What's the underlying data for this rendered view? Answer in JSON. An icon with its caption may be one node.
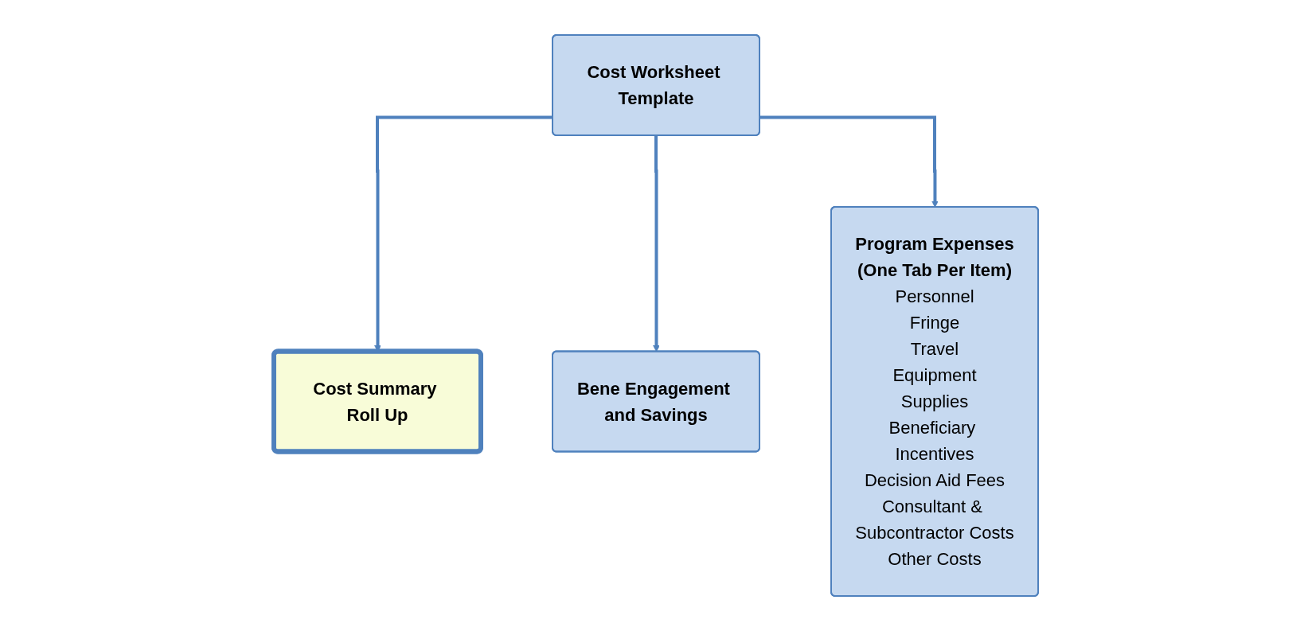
{
  "diagram": {
    "nodes": [
      {
        "text": [
          "Cost Worksheet Template"
        ]
      },
      {
        "text": [
          "Cost Summary Roll Up"
        ]
      },
      {
        "text": [
          "Bene Engagement and Savings"
        ]
      },
      {
        "text": [
          "Program Expenses",
          "(One Tab Per Item)",
          "Personnel",
          "Fringe",
          "Travel",
          "Equipment",
          "Supplies",
          "Beneficiary Incentives",
          "Decision Aid Fees",
          "Consultant & Subcontractor Costs",
          "Other Costs"
        ]
      }
    ],
    "edges": [
      {
        "from": 0,
        "to": 1,
        "arrow": "to"
      },
      {
        "from": 0,
        "to": 2,
        "arrow": "to"
      },
      {
        "from": 0,
        "to": 3,
        "arrow": "to"
      }
    ]
  }
}
